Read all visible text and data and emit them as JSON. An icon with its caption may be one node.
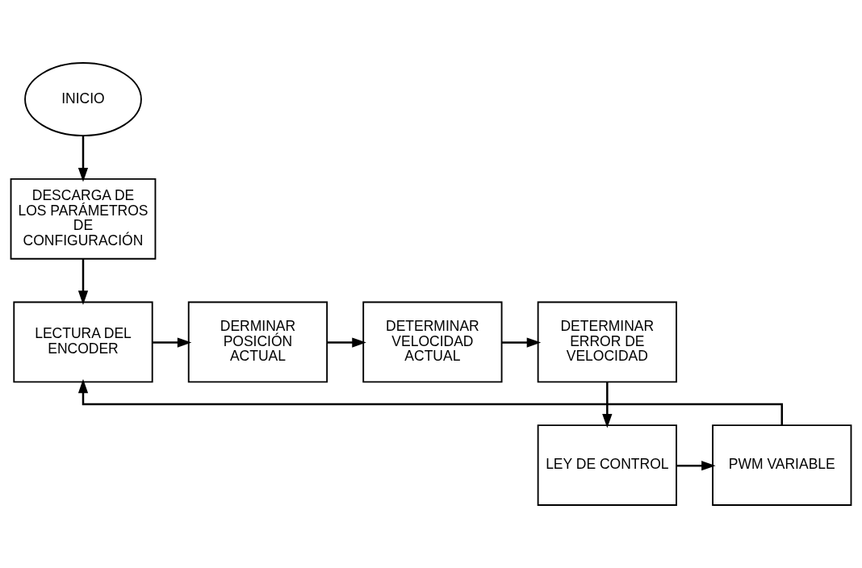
{
  "diagram": {
    "nodes": [
      {
        "text": [
          "INICIO"
        ]
      },
      {
        "text": [
          "DESCARGA DE LOS PARÁMETROS DE CONFIGURACIÓN"
        ]
      },
      {
        "text": [
          "LECTURA DEL ENCODER"
        ]
      },
      {
        "text": [
          "DERMINAR POSICIÓN ACTUAL"
        ]
      },
      {
        "text": [
          "DETERMINAR VELOCIDAD ACTUAL"
        ]
      },
      {
        "text": [
          "DETERMINAR ERROR DE VELOCIDAD"
        ]
      },
      {
        "text": [
          "PWM VARIABLE"
        ]
      },
      {
        "text": [
          "LEY DE CONTROL"
        ]
      }
    ],
    "edges": [
      {
        "from": 0,
        "to": 1,
        "arrow": "to"
      },
      {
        "from": 1,
        "to": 2,
        "arrow": "to"
      },
      {
        "from": 2,
        "to": 3,
        "arrow": "to"
      },
      {
        "from": 3,
        "to": 4,
        "arrow": "to"
      },
      {
        "from": 4,
        "to": 5,
        "arrow": "to"
      },
      {
        "from": 5,
        "to": 7,
        "arrow": "to"
      },
      {
        "from": 7,
        "to": 6,
        "arrow": "to"
      },
      {
        "from": 6,
        "to": 2,
        "arrow": "to"
      }
    ]
  }
}
